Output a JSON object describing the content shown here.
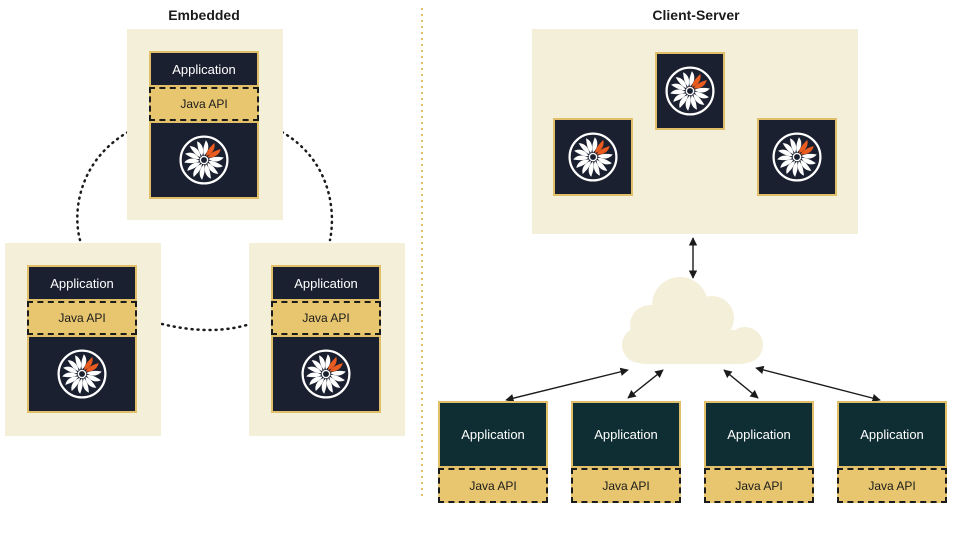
{
  "embedded": {
    "title": "Embedded",
    "nodes": [
      {
        "app_label": "Application",
        "api_label": "Java API"
      },
      {
        "app_label": "Application",
        "api_label": "Java API"
      },
      {
        "app_label": "Application",
        "api_label": "Java API"
      }
    ]
  },
  "client_server": {
    "title": "Client-Server",
    "clients": [
      {
        "app_label": "Application",
        "api_label": "Java API"
      },
      {
        "app_label": "Application",
        "api_label": "Java API"
      },
      {
        "app_label": "Application",
        "api_label": "Java API"
      },
      {
        "app_label": "Application",
        "api_label": "Java API"
      }
    ]
  },
  "colors": {
    "panel": "#f4efd9",
    "node_dark": "#1b2030",
    "client_dark": "#0f2e33",
    "api_gold": "#e7c66f",
    "divider": "#e1bf69",
    "accent_orange": "#ea5b1f"
  },
  "icons": {
    "engine": "turbine-engine-icon",
    "cloud": "cloud-icon"
  }
}
